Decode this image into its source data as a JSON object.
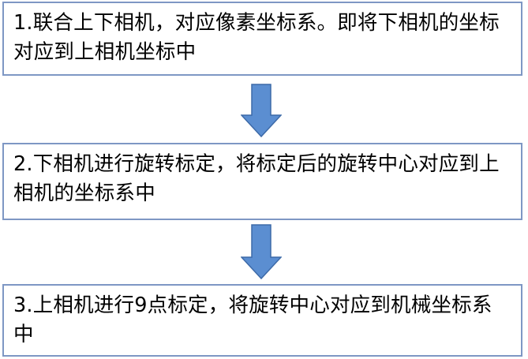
{
  "diagram": {
    "steps": [
      {
        "text": "1.联合上下相机，对应像素坐标系。即将下相机的坐标对应到上相机坐标中"
      },
      {
        "text": "2.下相机进行旋转标定，将标定后的旋转中心对应到上相机的坐标系中"
      },
      {
        "text": "3.上相机进行9点标定，将旋转中心对应到机械坐标系中"
      }
    ],
    "box_border_color": "#7e97c4",
    "arrow_fill_color": "#5b8ed1",
    "arrow_stroke_color": "#3d6aa8",
    "arrow_icon": "down-arrow-icon"
  }
}
